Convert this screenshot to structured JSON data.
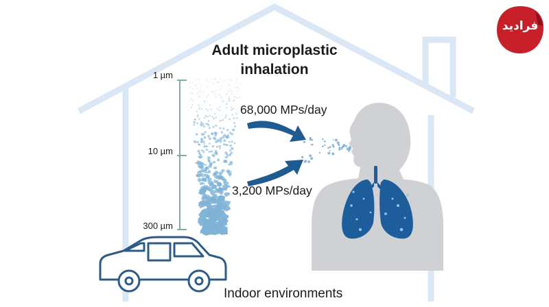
{
  "title_line1": "Adult microplastic",
  "title_line2": "inhalation",
  "scale_ticks": [
    "1 µm",
    "10 µm",
    "300 µm"
  ],
  "small_particle_rate": "68,000 MPs/day",
  "large_particle_rate": "3,200 MPs/day",
  "footer_label": "Indoor environments",
  "logo_text": "فرادید",
  "colors": {
    "house_outline": "#dae7f5",
    "scale_bar": "#7fae9a",
    "arrow": "#1f5a91",
    "particles": "#7fb3d6",
    "lungs": "#1d5d9b",
    "silhouette": "#cfd1d4",
    "car_outline": "#2d5b88",
    "logo_red": "#c7202a"
  }
}
